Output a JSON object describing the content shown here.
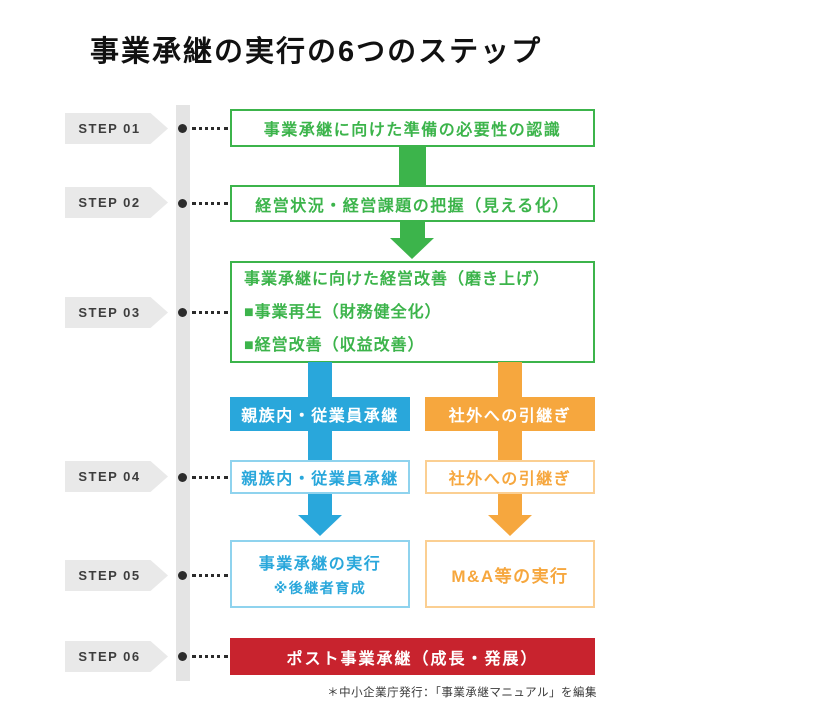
{
  "title": "事業承継の実行の6つのステップ",
  "footnote": "＊中小企業庁発行：「事業承継マニュアル」を編集",
  "colors": {
    "green": "#3cb44b",
    "blue": "#29a7db",
    "orange": "#f6a73e",
    "red": "#c8232e",
    "tag_gray": "#e9e9e9",
    "timeline_gray": "#e4e4e4",
    "text_dark": "#3d3d3d"
  },
  "steps": [
    {
      "label": "STEP 01"
    },
    {
      "label": "STEP 02"
    },
    {
      "label": "STEP 03"
    },
    {
      "label": "STEP 04"
    },
    {
      "label": "STEP 05"
    },
    {
      "label": "STEP 06"
    }
  ],
  "flow": {
    "step1_box": "事業承継に向けた準備の必要性の認識",
    "step2_box": "経営状況・経営課題の把握（見える化）",
    "step3_box": {
      "line1": "事業承継に向けた経営改善（磨き上げ）",
      "line2": "■事業再生（財務健全化）",
      "line3": "■経営改善（収益改善）"
    },
    "branch_left_header": "親族内・従業員承継",
    "branch_right_header": "社外への引継ぎ",
    "step4_left_box": "親族内・従業員承継",
    "step4_right_box": "社外への引継ぎ",
    "step5_left_box": {
      "line1": "事業承継の実行",
      "line2": "※後継者育成"
    },
    "step5_right_box": "M&A等の実行",
    "step6_box": "ポスト事業承継（成長・発展）"
  }
}
